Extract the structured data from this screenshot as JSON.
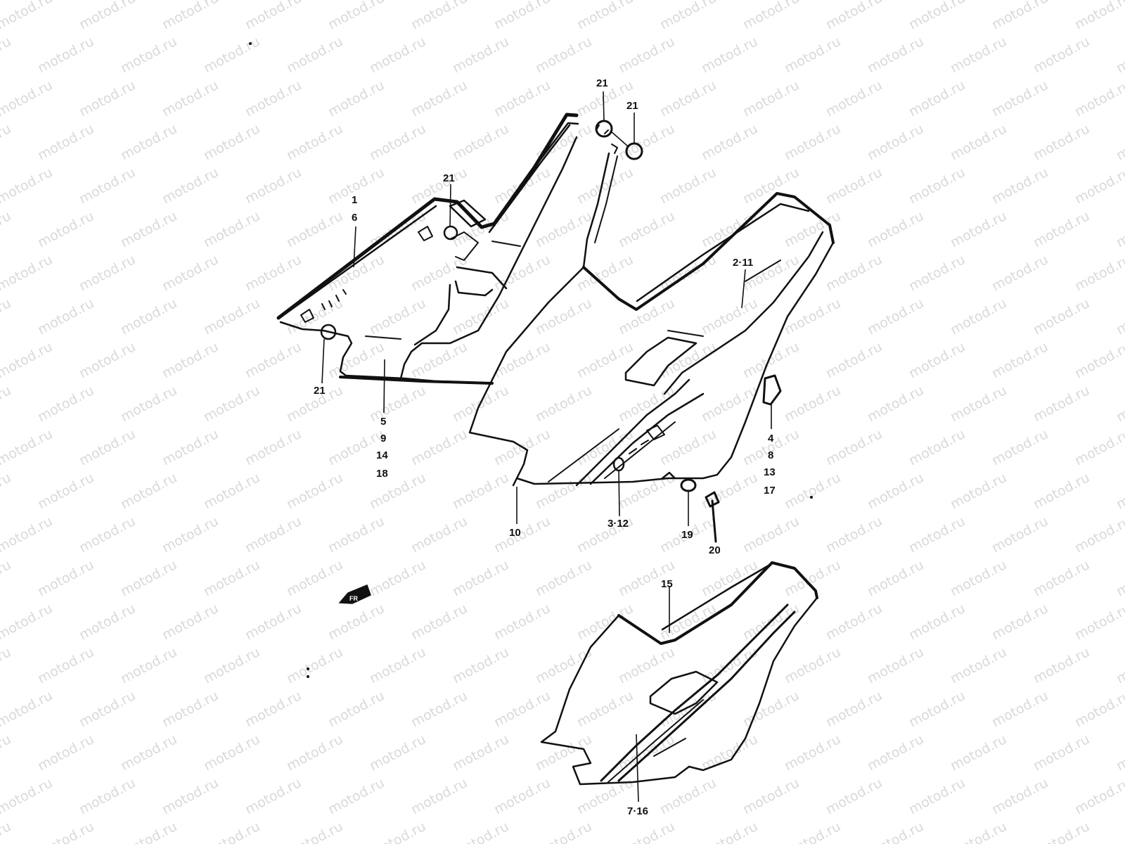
{
  "watermark": "motod.ru",
  "labels": [
    {
      "id": "1",
      "text": "1"
    },
    {
      "id": "6",
      "text": "6"
    },
    {
      "id": "21a",
      "text": "21"
    },
    {
      "id": "21b",
      "text": "21"
    },
    {
      "id": "21c",
      "text": "21"
    },
    {
      "id": "21d",
      "text": "21"
    },
    {
      "id": "2-11",
      "text": "2·11"
    },
    {
      "id": "5",
      "text": "5"
    },
    {
      "id": "9",
      "text": "9"
    },
    {
      "id": "14",
      "text": "14"
    },
    {
      "id": "18",
      "text": "18"
    },
    {
      "id": "4",
      "text": "4"
    },
    {
      "id": "8",
      "text": "8"
    },
    {
      "id": "13",
      "text": "13"
    },
    {
      "id": "17",
      "text": "17"
    },
    {
      "id": "10",
      "text": "10"
    },
    {
      "id": "3-12",
      "text": "3·12"
    },
    {
      "id": "19",
      "text": "19"
    },
    {
      "id": "20",
      "text": "20"
    },
    {
      "id": "15",
      "text": "15"
    },
    {
      "id": "7-16",
      "text": "7·16"
    }
  ],
  "front_arrow_icon": "front-direction-arrow-icon"
}
